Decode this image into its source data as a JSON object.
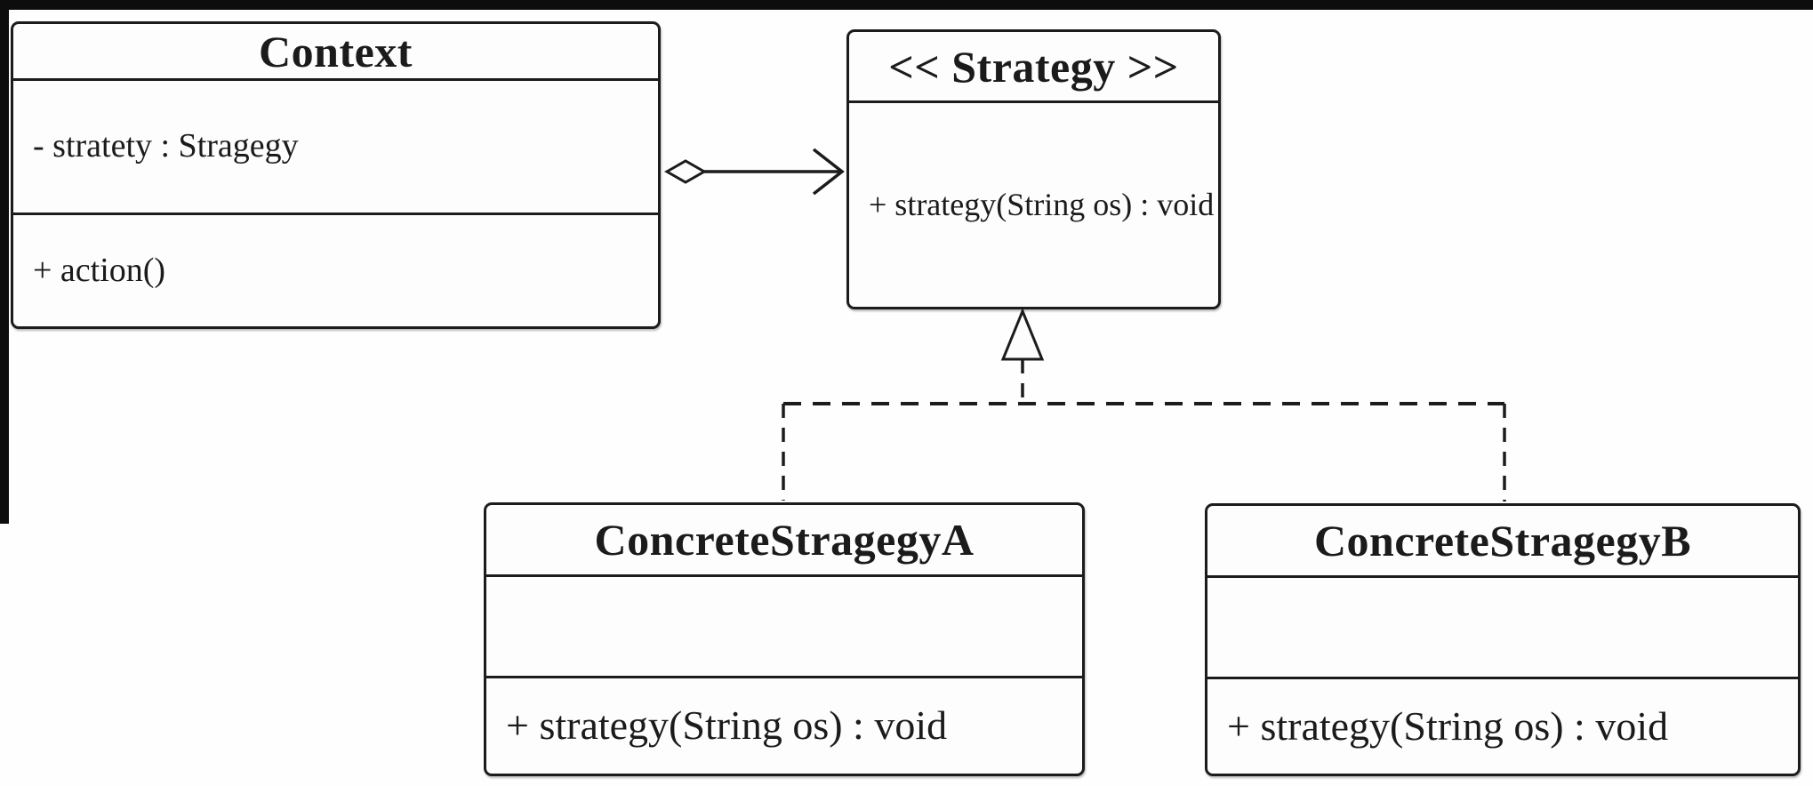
{
  "diagram": {
    "kind": "uml-class-diagram",
    "pattern_name": "Strategy",
    "classes": [
      {
        "id": "context",
        "name": "Context",
        "attributes": [
          "- stratety : Stragegy"
        ],
        "methods": [
          "+ action()"
        ]
      },
      {
        "id": "strategy-interface",
        "name": "<< Strategy >>",
        "attributes": [],
        "methods": [
          "+ strategy(String os) : void"
        ]
      },
      {
        "id": "concrete-strategy-a",
        "name": "ConcreteStragegyA",
        "attributes": [],
        "methods": [
          "+ strategy(String os) : void"
        ]
      },
      {
        "id": "concrete-strategy-b",
        "name": "ConcreteStragegyB",
        "attributes": [],
        "methods": [
          "+ strategy(String os) : void"
        ]
      }
    ],
    "relations": [
      {
        "type": "aggregation",
        "from": "context",
        "to": "strategy-interface"
      },
      {
        "type": "realization",
        "from": "concrete-strategy-a",
        "to": "strategy-interface"
      },
      {
        "type": "realization",
        "from": "concrete-strategy-b",
        "to": "strategy-interface"
      }
    ],
    "colors": {
      "ink": "#1c1c1c",
      "box_fill": "#fdfdfd",
      "background": "#fefefe",
      "edge_bar": "#0d0d0d"
    }
  }
}
